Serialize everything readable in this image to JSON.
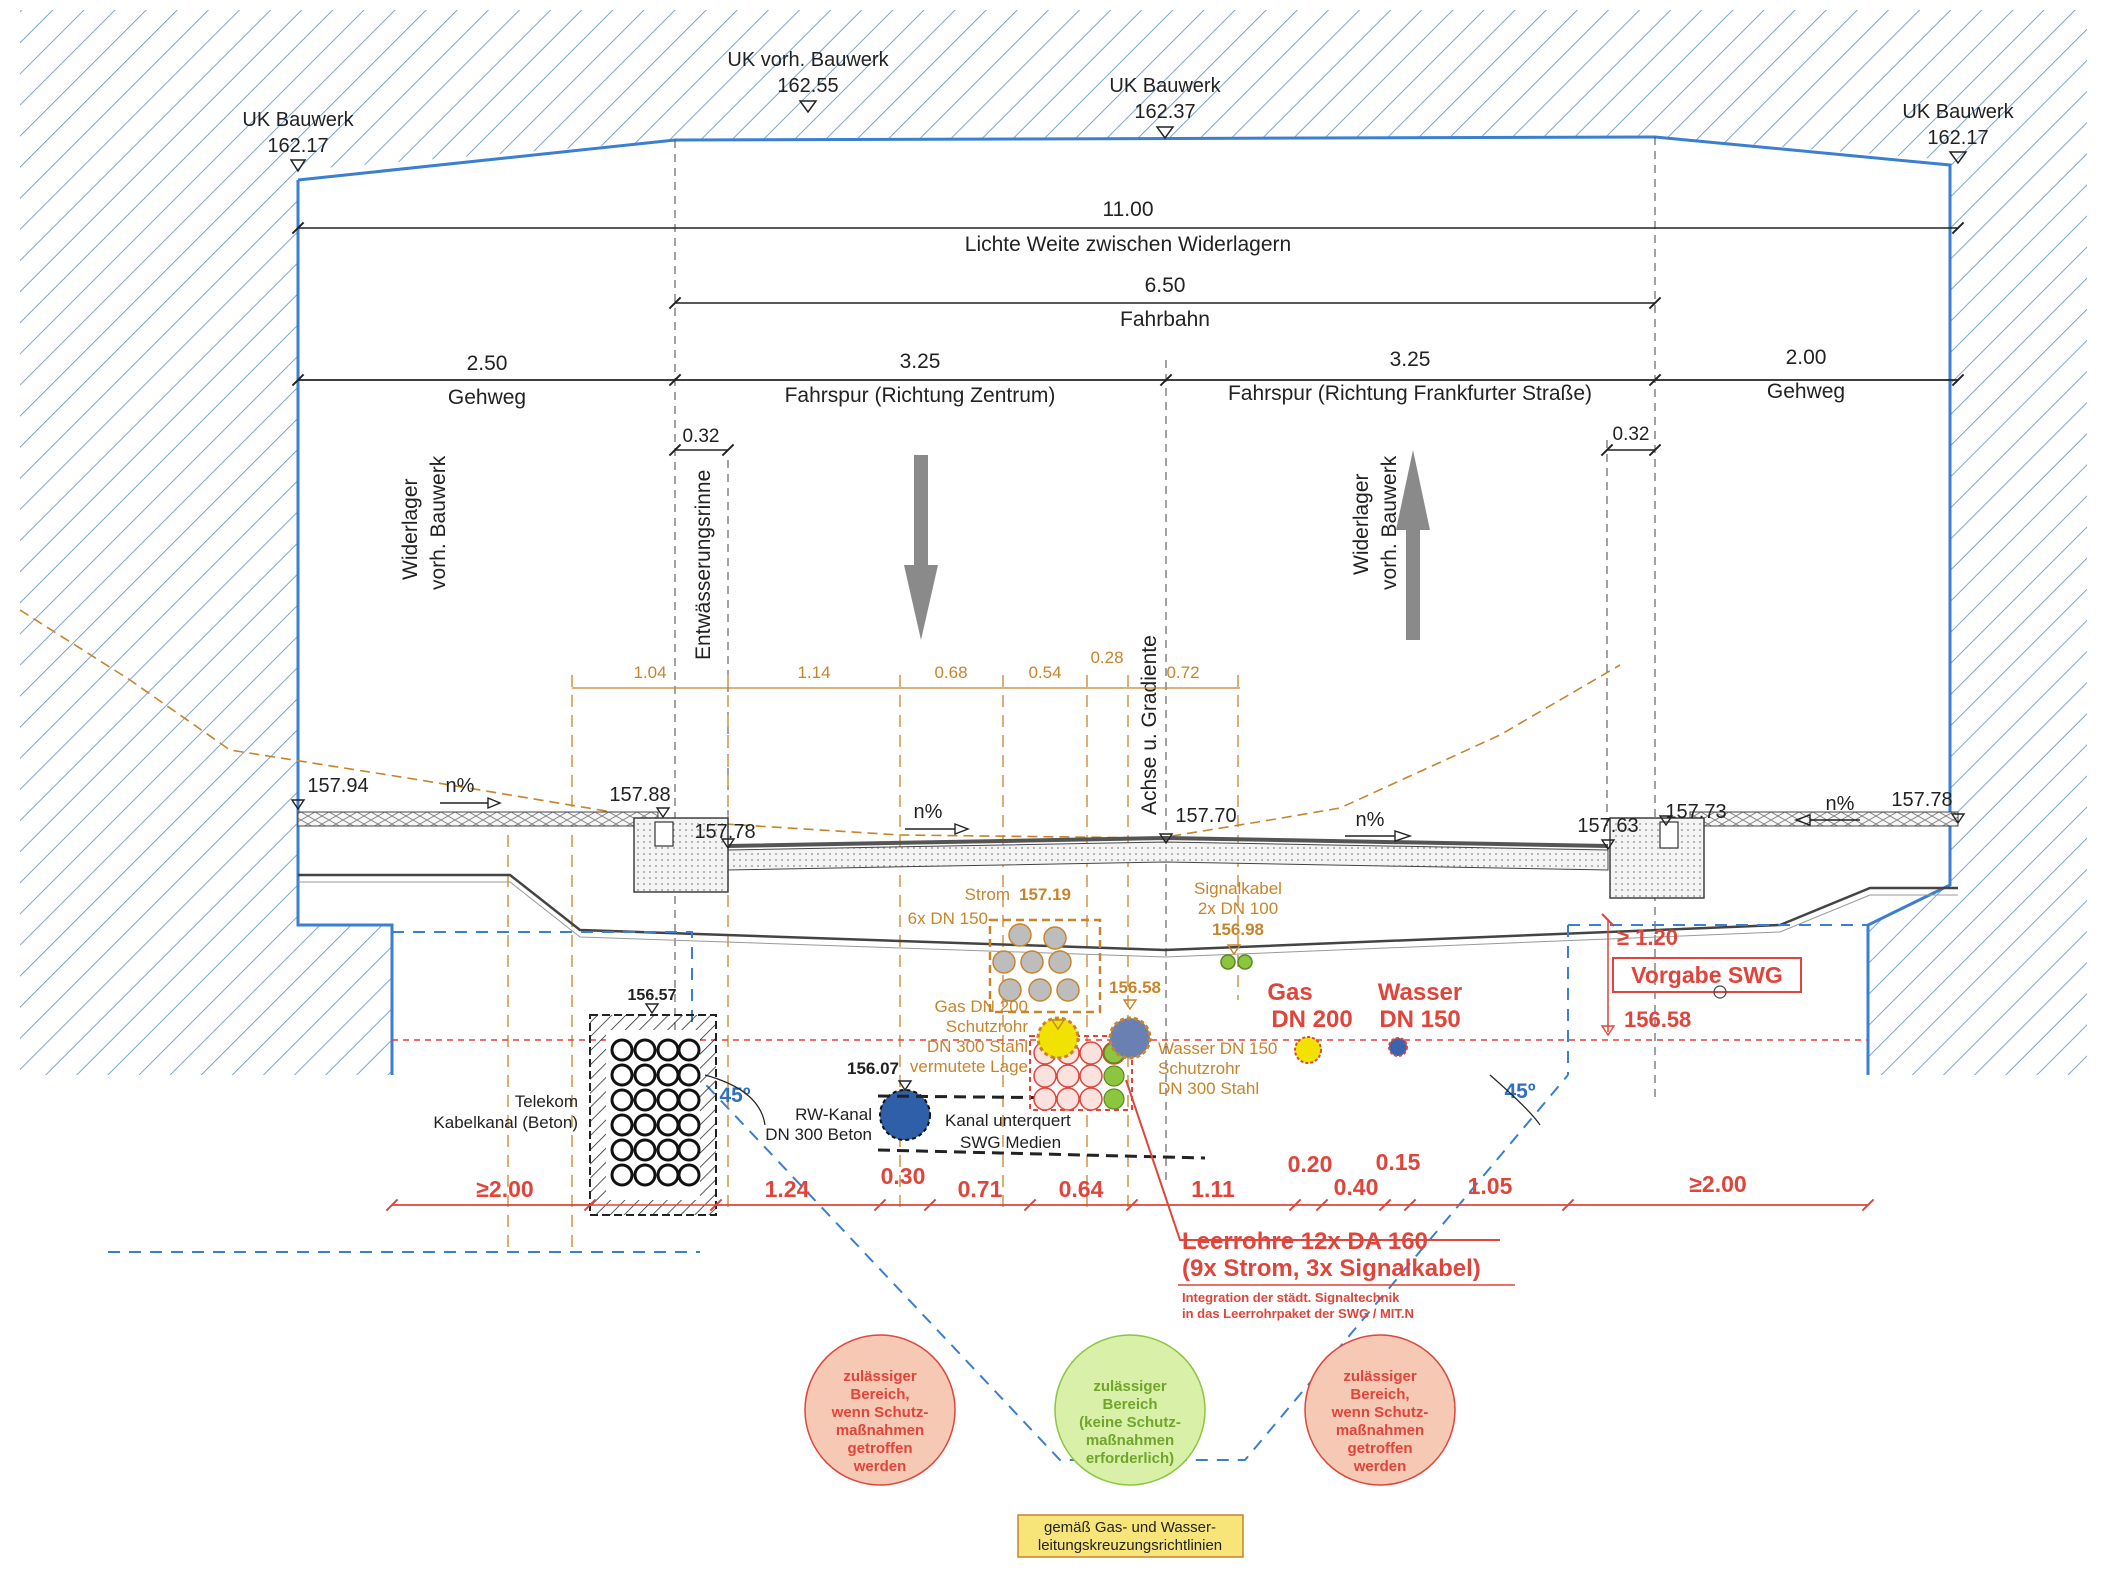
{
  "elevations": {
    "uk_left": {
      "label": "UK Bauwerk",
      "value": "162.17"
    },
    "uk_existing": {
      "label": "UK vorh. Bauwerk",
      "value": "162.55"
    },
    "uk_mid": {
      "label": "UK Bauwerk",
      "value": "162.37"
    },
    "uk_right": {
      "label": "UK Bauwerk",
      "value": "162.17"
    },
    "e_157_94": "157.94",
    "e_157_88": "157.88",
    "e_157_78a": "157.78",
    "e_157_70": "157.70",
    "e_157_63": "157.63",
    "e_157_73": "157.73",
    "e_157_78b": "157.78",
    "e_156_57": "156.57",
    "e_156_07": "156.07",
    "e_157_19": "157.19",
    "e_156_98": "156.98",
    "e_156_58a": "156.58",
    "e_156_58b": "156.58"
  },
  "dimensions": {
    "width_total": "11.00",
    "width_total_label": "Lichte Weite zwischen Widerlagern",
    "road": "6.50",
    "road_label": "Fahrbahn",
    "sidewalk_left": "2.50",
    "sidewalk_left_label": "Gehweg",
    "lane_left": "3.25",
    "lane_left_label": "Fahrspur (Richtung Zentrum)",
    "lane_right": "3.25",
    "lane_right_label": "Fahrspur (Richtung Frankfurter Straße)",
    "sidewalk_right": "2.00",
    "sidewalk_right_label": "Gehweg",
    "gutter_left": "0.32",
    "gutter_right": "0.32",
    "util_top": [
      "1.04",
      "1.14",
      "0.68",
      "0.54",
      "0.28",
      "0.72"
    ],
    "bottom": [
      "≥2.00",
      "1.24",
      "0.30",
      "0.71",
      "0.64",
      "1.11",
      "0.20",
      "0.40",
      "0.15",
      "1.05",
      "≥2.00"
    ]
  },
  "labels": {
    "widerlager_left_1": "Widerlager",
    "widerlager_left_2": "vorh. Bauwerk",
    "widerlager_right_1": "Widerlager",
    "widerlager_right_2": "vorh. Bauwerk",
    "entwaesserung": "Entwässerungsrinne",
    "achse": "Achse u. Gradiente",
    "slope": "n%",
    "strom_1": "Strom",
    "strom_2": "6x DN 150",
    "signal_1": "Signalkabel",
    "signal_2": "2x DN 100",
    "gas_1": "Gas DN 200",
    "gas_2": "Schutzrohr",
    "gas_3": "DN 300 Stahl",
    "gas_4": "vermutete Lage",
    "wasser_1": "Wasser DN 150",
    "wasser_2": "Schutzrohr",
    "wasser_3": "DN 300 Stahl",
    "gas_big_1": "Gas",
    "gas_big_2": "DN 200",
    "wasser_big_1": "Wasser",
    "wasser_big_2": "DN 150",
    "min_cover": "≥ 1.20",
    "vorgabe": "Vorgabe SWG",
    "telekom_1": "Telekom",
    "telekom_2": "Kabelkanal (Beton)",
    "rw_1": "RW-Kanal",
    "rw_2": "DN 300 Beton",
    "kanal_1": "Kanal unterquert",
    "kanal_2": "SWG Medien",
    "angle": "45º",
    "leerrohre_1": "Leerrohre 12x DA 160",
    "leerrohre_2": "(9x Strom, 3x Signalkabel)",
    "integration_1": "Integration der städt. Signaltechnik",
    "integration_2": "in das Leerrohrpaket der SWG / MIT.N",
    "zone_left": [
      "zulässiger",
      "Bereich,",
      "wenn Schutz-",
      "maßnahmen",
      "getroffen",
      "werden"
    ],
    "zone_mid": [
      "zulässiger",
      "Bereich",
      "(keine Schutz-",
      "maßnahmen",
      "erforderlich)"
    ],
    "zone_right": [
      "zulässiger",
      "Bereich,",
      "wenn Schutz-",
      "maßnahmen",
      "getroffen",
      "werden"
    ],
    "guideline_1": "gemäß Gas- und Wasser-",
    "guideline_2": "leitungskreuzungsrichtlinien"
  },
  "colors": {
    "structure": "#3a7fd0",
    "utility": "#c8842a",
    "red": "#e0443a",
    "green": "#8cc63f",
    "blue_dash": "#3a7fd0"
  }
}
